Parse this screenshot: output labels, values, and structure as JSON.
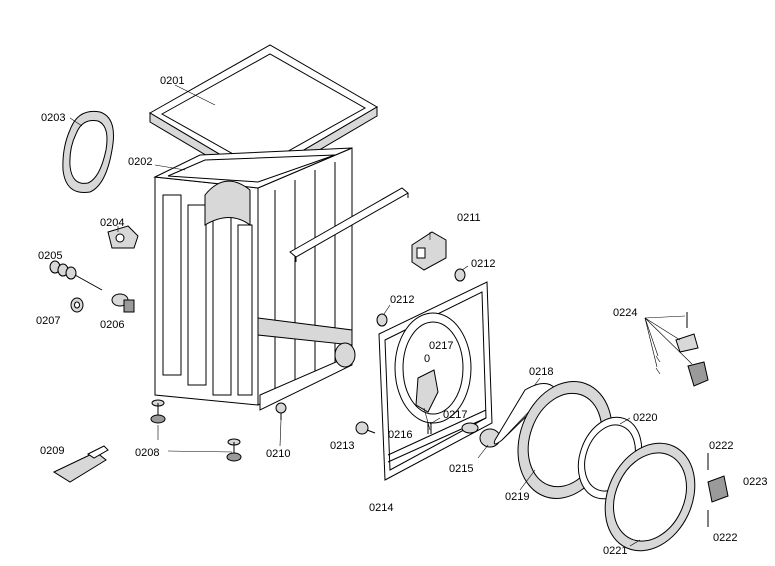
{
  "labels": {
    "p0201": "0201",
    "p0202": "0202",
    "p0203": "0203",
    "p0204": "0204",
    "p0205": "0205",
    "p0206": "0206",
    "p0207": "0207",
    "p0208": "0208",
    "p0209": "0209",
    "p0210": "0210",
    "p0211": "0211",
    "p0212a": "0212",
    "p0212b": "0212",
    "p0213": "0213",
    "p0214": "0214",
    "p0215": "0215",
    "p0216": "0216",
    "p0217a": "0217",
    "p0217a_sub": "0",
    "p0217b": "0217",
    "p0218": "0218",
    "p0219": "0219",
    "p0220": "0220",
    "p0221": "0221",
    "p0222a": "0222",
    "p0222b": "0222",
    "p0223": "0223",
    "p0224": "0224"
  }
}
